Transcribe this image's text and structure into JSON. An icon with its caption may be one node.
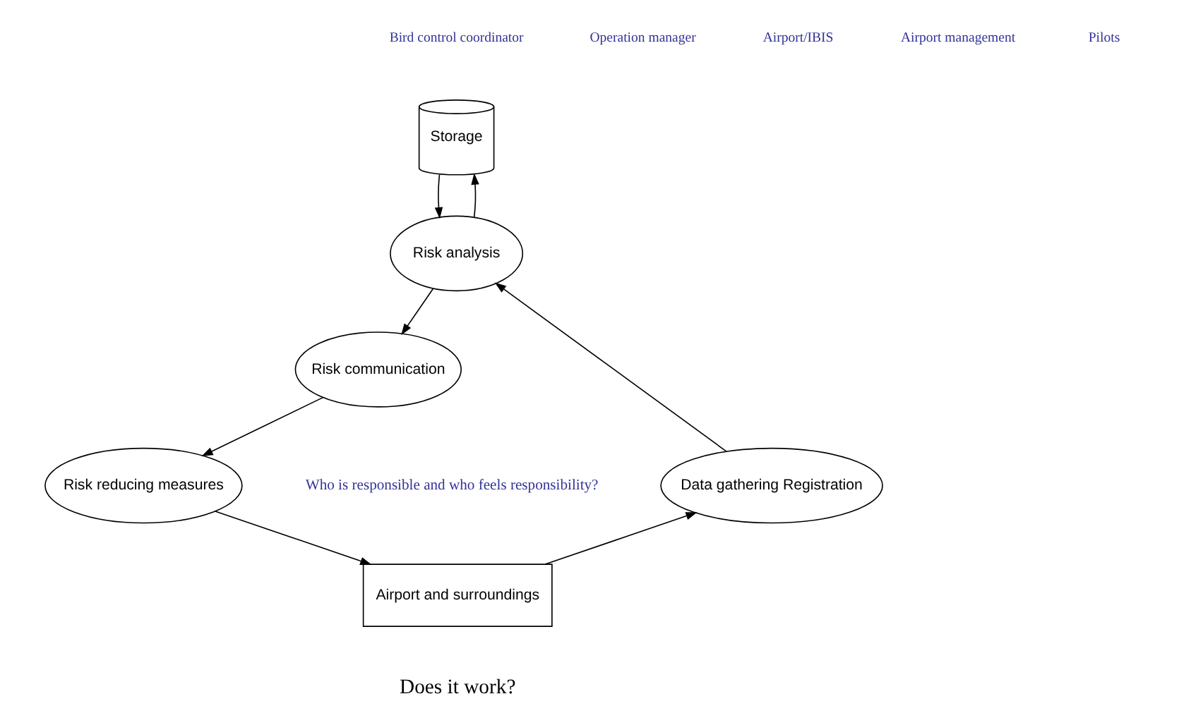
{
  "diagram": {
    "nodes": [
      {
        "text": [
          "Storage"
        ]
      },
      {
        "text": [
          "Risk communication"
        ]
      },
      {
        "text": [
          "Risk analysis"
        ]
      },
      {
        "text": [
          "Risk reducing measures"
        ]
      },
      {
        "text": [
          "Data gathering Registration"
        ]
      },
      {
        "text": [
          "Airport and surroundings"
        ]
      }
    ],
    "edges": [
      {
        "from": 0,
        "to": 2,
        "arrow": "to"
      },
      {
        "from": 2,
        "to": 0,
        "arrow": "to"
      },
      {
        "from": 2,
        "to": 1,
        "arrow": "to"
      },
      {
        "from": 1,
        "to": 3,
        "arrow": "to"
      },
      {
        "from": 3,
        "to": 5,
        "arrow": "to"
      },
      {
        "from": 5,
        "to": 4,
        "arrow": "to"
      },
      {
        "from": 4,
        "to": 2,
        "arrow": "to"
      }
    ],
    "labels": [
      "Bird control coordinator",
      "Operation manager",
      "Airport/IBIS",
      "Airport management",
      "Pilots",
      "Who is responsible and who feels responsibility?",
      "Does it work?"
    ]
  }
}
